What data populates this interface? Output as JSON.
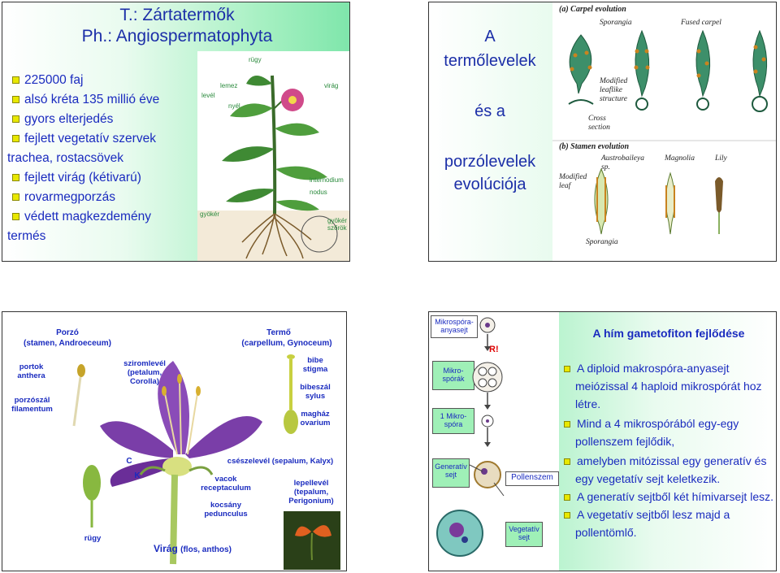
{
  "slide1": {
    "title_line1": "T.: Zártatermők",
    "title_line2": "Ph.: Angiospermatophyta",
    "items": [
      {
        "text": "225000 faj",
        "bullet": true
      },
      {
        "text": "alsó kréta 135 millió éve",
        "bullet": true
      },
      {
        "text": "gyors elterjedés",
        "bullet": true
      },
      {
        "text": "fejlett vegetatív szervek",
        "bullet": true
      },
      {
        "text": "trachea, rostacsövek",
        "bullet": false
      },
      {
        "text": "fejlett virág (kétivarú)",
        "bullet": true
      },
      {
        "text": "rovarmegporzás",
        "bullet": true
      },
      {
        "text": "védett magkezdemény",
        "bullet": true
      },
      {
        "text": "termés",
        "bullet": false
      }
    ],
    "labels": {
      "rugy": "rügy",
      "lemez": "lemez",
      "level": "levél",
      "nyel": "nyél",
      "virag": "virág",
      "internodium": "internodium",
      "nodus": "nodus",
      "gyoker": "gyökér",
      "gyokerszorok": "gyökér szőrök"
    }
  },
  "slide2": {
    "line1": "A",
    "line2": "termőlevelek",
    "line3": "és a",
    "line4": "porzólevelek",
    "line5": "evolúciója",
    "a_title": "(a)  Carpel evolution",
    "sporangia": "Sporangia",
    "fused_carpel": "Fused carpel",
    "modified_leaflike": "Modified leaflike structure",
    "cross_section": "Cross section",
    "b_title": "(b)  Stamen evolution",
    "austrobaileya": "Austrobaileya sp.",
    "magnolia": "Magnolia",
    "lily": "Lily",
    "modified_leaf": "Modified leaf",
    "sporangia2": "Sporangia"
  },
  "slide3": {
    "porzo": "Porzó",
    "porzo_sub": "(stamen, Androeceum)",
    "termo": "Termő",
    "termo_sub": "(carpellum, Gynoceum)",
    "portok": "portok anthera",
    "porzoszal": "porzószál filamentum",
    "sziromlevel": "sziromlevél (petalum, Corolla)",
    "bibe": "bibe stigma",
    "bibeszal": "bibeszál sylus",
    "maghaz": "magház ovarium",
    "c": "C",
    "k": "K",
    "csesze": "csészelevél (sepalum, Kalyx)",
    "vacok": "vacok receptaculum",
    "kocsany": "kocsány pedunculus",
    "lepel": "lepellevél (tepalum, Perigonium)",
    "rugy": "rügy",
    "virag_title": "Virág",
    "virag_sub": "(flos, anthos)"
  },
  "slide4": {
    "title": "A hím gametofiton fejlődése",
    "mikrospora_anya": "Mikrospóra-anyasejt",
    "r_mark": "R!",
    "mikrosporak": "Mikro-spórák",
    "one_mikrospora": "1 Mikro-spóra",
    "generativ": "Generatív sejt",
    "pollenszem": "Pollenszem",
    "vegetativ": "Vegetatív sejt",
    "bullets": [
      "A diploid makrospóra-anyasejt meiózissal 4 haploid mikrospórát hoz létre.",
      "Mind a 4 mikrospórából egy-egy pollenszem fejlődik,",
      "amelyben mitózissal egy generatív és egy vegetatív sejt keletkezik.",
      "A generatív sejtből két hímivarsejt lesz.",
      "A vegetatív sejtből lesz majd a pollentömlő."
    ]
  }
}
